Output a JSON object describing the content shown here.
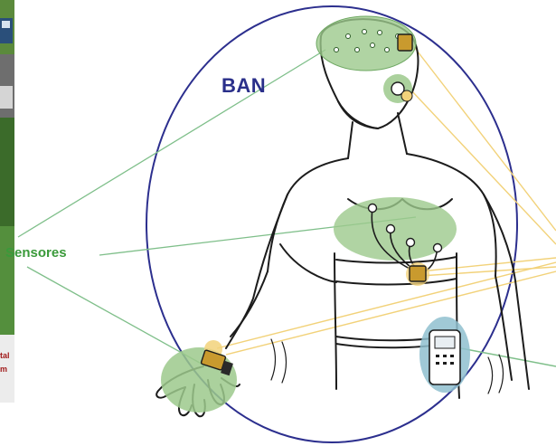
{
  "diagram": {
    "title_label": "BAN",
    "sensors_label": "Sensores",
    "left_edge_fragments": [
      "tal",
      "m"
    ]
  },
  "colors": {
    "ban_ellipse": "#2c2f8e",
    "label_blue": "#2a2f8a",
    "label_green": "#3a9a3a",
    "sensor_zone_fill": "#9cc98c",
    "device_zone_fill": "#8fc0cf",
    "sensor_node": "#c99a2e",
    "link_line_yellow": "#f2d27a",
    "link_line_green": "#7fbf8a",
    "outline": "#1c1c1c",
    "edge_text_red": "#a11a1a",
    "photo_green": "#3b6b2a"
  },
  "icons": [
    "human-figure-icon",
    "eeg-cap-icon",
    "ear-sensor-icon",
    "chest-sensor-icon",
    "wrist-sensor-icon",
    "body-hub-device-icon"
  ]
}
